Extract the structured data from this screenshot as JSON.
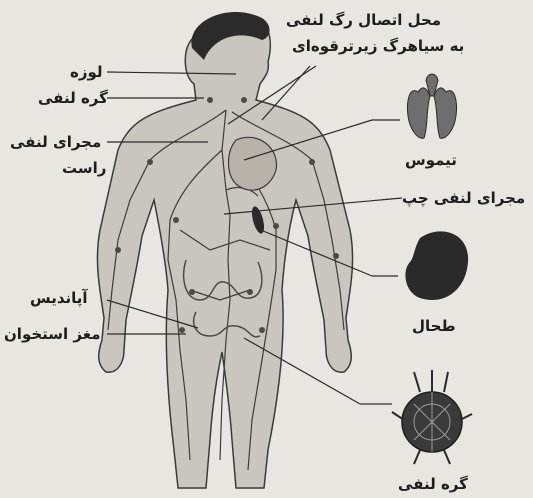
{
  "labels": {
    "junction_line1": "محل اتصال رگ لنفی",
    "junction_line2": "به سیاهرگ زیرترقوه‌ای",
    "tonsil": "لوزه",
    "lymph_node_left": "گره لنفی",
    "right_duct_line1": "مجرای لنفی",
    "right_duct_line2": "راست",
    "appendix": "آپاندیس",
    "bone_marrow": "مغز استخوان",
    "thymus": "تیموس",
    "left_duct": "مجرای لنفی چپ",
    "spleen": "طحال",
    "lymph_node_bottom": "گره لنفی"
  },
  "colors": {
    "background": "#e8e6e1",
    "body_fill": "#c9c6bf",
    "vessel": "#3c3c3c",
    "organ": "#2a2a2a"
  }
}
